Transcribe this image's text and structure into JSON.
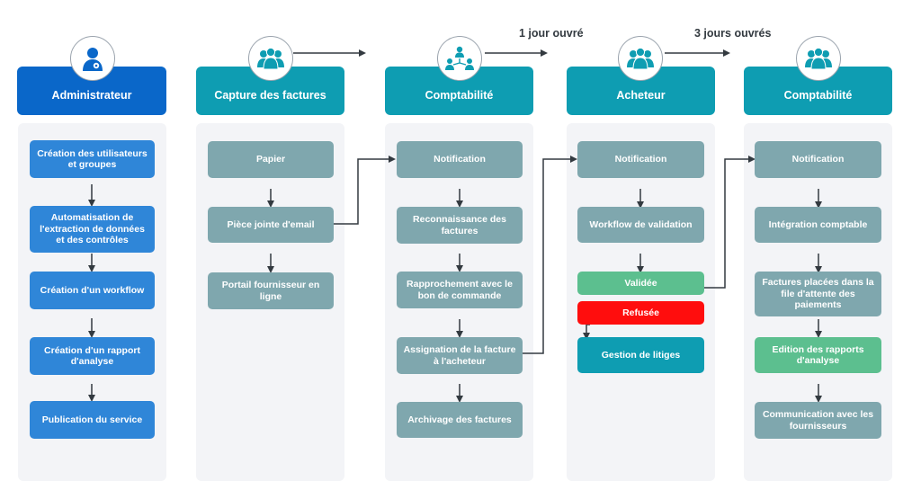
{
  "durations": {
    "first": "1 jour ouvré",
    "second": "3 jours ouvrés"
  },
  "colors": {
    "admin_header": "#0a67c9",
    "header_teal": "#0e9db2",
    "blue_box": "#2f86d8",
    "gray_box": "#7fa7ae",
    "green_box": "#5cbf8f",
    "red_box": "#ff0d0d",
    "arrow": "#333a40"
  },
  "columns": [
    {
      "title": "Administrateur",
      "icon": "admin-user-gear-icon",
      "items": [
        "Création des utilisateurs et groupes",
        "Automatisation de l'extraction de données et des contrôles",
        "Création d'un workflow",
        "Création d'un rapport d'analyse",
        "Publication du service"
      ]
    },
    {
      "title": "Capture des factures",
      "icon": "people-group-icon",
      "items": [
        "Papier",
        "Pièce jointe d'email",
        "Portail fournisseur en ligne"
      ]
    },
    {
      "title": "Comptabilité",
      "icon": "team-network-icon",
      "items": [
        "Notification",
        "Reconnaissance des factures",
        "Rapprochement avec le bon de commande",
        "Assignation de la facture à l'acheteur",
        "Archivage des factures"
      ]
    },
    {
      "title": "Acheteur",
      "icon": "people-group-icon",
      "items": [
        "Notification",
        "Workflow de validation",
        "Validée",
        "Refusée",
        "Gestion de litiges"
      ]
    },
    {
      "title": "Comptabilité",
      "icon": "people-group-icon",
      "items": [
        "Notification",
        "Intégration comptable",
        "Factures placées dans la file d'attente des paiements",
        "Edition des rapports d'analyse",
        "Communication avec les fournisseurs"
      ]
    }
  ]
}
